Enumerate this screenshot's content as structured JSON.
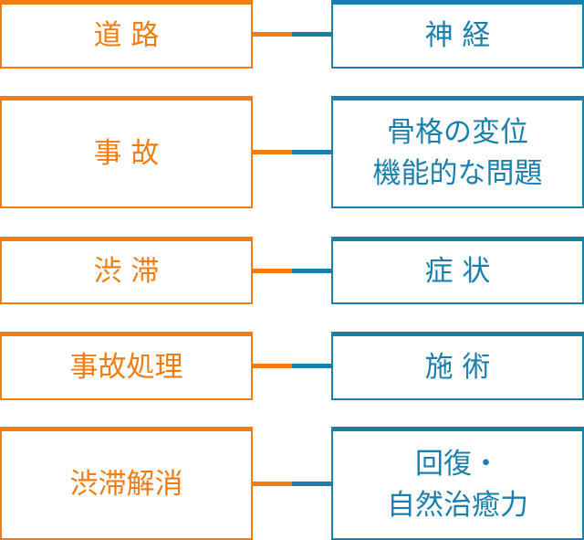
{
  "colors": {
    "cause": "#f07d14",
    "effect": "#1b7fae"
  },
  "pairs": [
    {
      "left": [
        "道 路"
      ],
      "right": [
        "神 経"
      ]
    },
    {
      "left": [
        "事 故"
      ],
      "right": [
        "骨格の変位",
        "機能的な問題"
      ]
    },
    {
      "left": [
        "渋 滞"
      ],
      "right": [
        "症 状"
      ]
    },
    {
      "left": [
        "事故処理"
      ],
      "right": [
        "施 術"
      ]
    },
    {
      "left": [
        "渋滞解消"
      ],
      "right": [
        "回復・",
        "自然治癒力"
      ]
    }
  ]
}
